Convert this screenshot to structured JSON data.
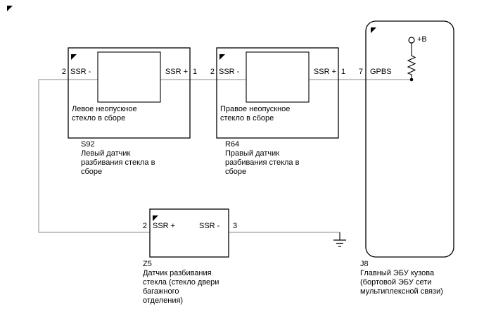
{
  "diagram_type": "wiring-diagram",
  "colors": {
    "background": "#ffffff",
    "component_stroke": "#000000",
    "wire": "#8a8a8a",
    "text": "#000000"
  },
  "components": {
    "s92": {
      "code": "S92",
      "name": "Левый датчик\nразбивания стекла в\nсборе",
      "part_label": "Левое неопускное\nстекло в сборе",
      "pins": {
        "left_num": "2",
        "left_term": "SSR -",
        "right_term": "SSR +",
        "right_num": "1"
      }
    },
    "r64": {
      "code": "R64",
      "name": "Правый датчик\nразбивания стекла в\nсборе",
      "part_label": "Правое неопускное\nстекло в сборе",
      "pins": {
        "left_num": "2",
        "left_term": "SSR -",
        "right_term": "SSR +",
        "right_num": "1"
      }
    },
    "z5": {
      "code": "Z5",
      "name": "Датчик разбивания\nстекла (стекло двери\nбагажного\nотделения)",
      "pins": {
        "left_num": "2",
        "left_term": "SSR +",
        "right_term": "SSR -",
        "right_num": "3"
      }
    },
    "j8": {
      "code": "J8",
      "name": "Главный ЭБУ кузова\n(бортовой ЭБУ сети\nмультиплексной связи)",
      "power_label": "+B",
      "pins": {
        "num": "7",
        "term": "GPBS"
      }
    }
  }
}
